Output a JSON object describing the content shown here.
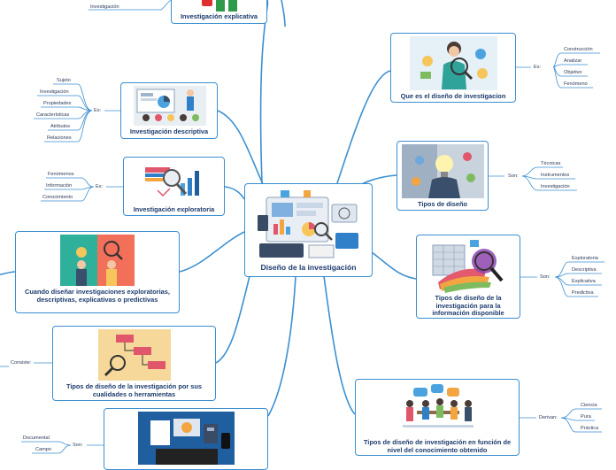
{
  "central": {
    "title": "Diseño de la investigación"
  },
  "right": [
    {
      "title": "Que es el diseño de investigacion",
      "connector": "Es:",
      "items": [
        "Construcción",
        "Analizar",
        "Objetivo",
        "Fenómeno"
      ]
    },
    {
      "title": "Tipos de diseño",
      "connector": "Son:",
      "items": [
        "Técnicas",
        "Instrumentos",
        "Investigación"
      ]
    },
    {
      "title": "Tipos de diseño de la investigación para la información disponible",
      "connector": "Son:",
      "items": [
        "Exploratoria",
        "Descriptiva",
        "Explicativa",
        "Predictiva"
      ]
    },
    {
      "title": "Tipos de diseño de investigación en función de nivel del conocimiento obtenido",
      "connector": "Derivan:",
      "items": [
        "Ciencia",
        "Pura",
        "Práctica"
      ]
    }
  ],
  "left": [
    {
      "title": "Investigación explicativa",
      "items": [
        "Investigación"
      ]
    },
    {
      "title": "Investigación descriptiva",
      "connector": "Es:",
      "items": [
        "Sujeto",
        "Investigación",
        "Propiedades",
        "Características",
        "Atributos",
        "Relaciones"
      ]
    },
    {
      "title": "Investigación exploratoria",
      "connector": "Es:",
      "items": [
        "Fenómenos",
        "Información",
        "Conocimiento"
      ]
    },
    {
      "title": "Cuando diseñar  investigaciones exploratorias, descriptivas, explicativas o predictivas"
    },
    {
      "title": "Tipos de diseño de la investigación por sus cualidades o herramientas",
      "connector": "Consiste:"
    },
    {
      "title": "",
      "connector": "Son:",
      "items": [
        "Documental",
        "Campo"
      ]
    }
  ],
  "colors": {
    "line": "#3b8fd1",
    "text": "#1c3b6e",
    "subtext": "#2a3a5a"
  }
}
